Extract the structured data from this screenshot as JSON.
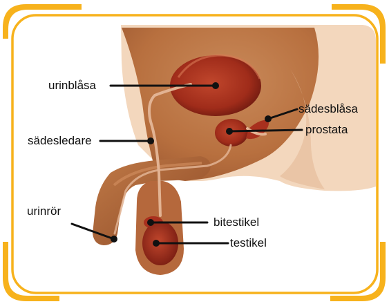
{
  "title": "",
  "colors": {
    "frame": "#f7b21c",
    "skin_light": "#f3d7bd",
    "skin_mid": "#c5774b",
    "skin_dark": "#9c5530",
    "organ": "#a8301e",
    "organ_dark": "#7a1d12",
    "leader": "#111111"
  },
  "labels": {
    "bladder": "urinblåsa",
    "seminal_vesicle": "sädesblåsa",
    "vas_deferens": "sädesledare",
    "prostate": "prostata",
    "urethra": "urinrör",
    "epididymis": "bitestikel",
    "testis": "testikel"
  }
}
